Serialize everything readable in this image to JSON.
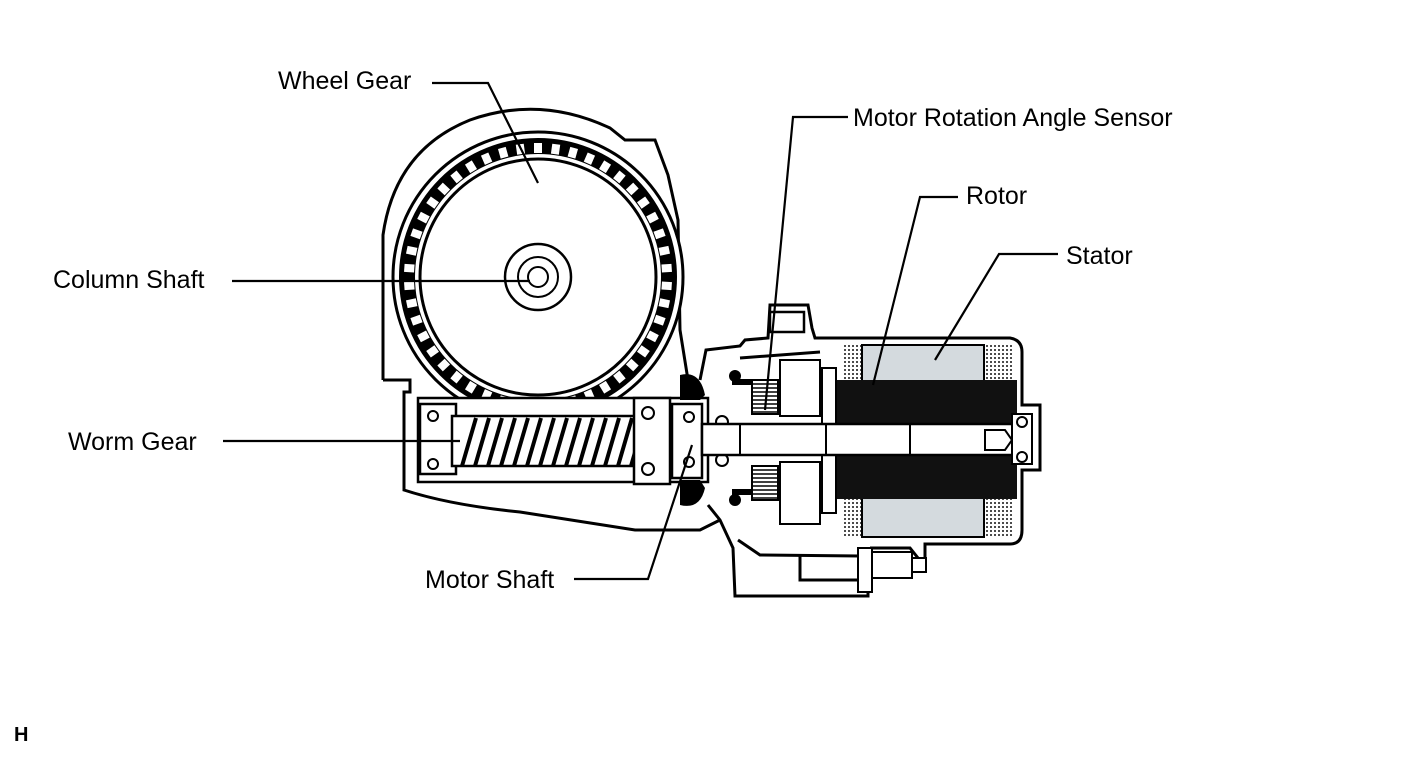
{
  "labels": {
    "wheel_gear": "Wheel Gear",
    "column_shaft": "Column Shaft",
    "worm_gear": "Worm Gear",
    "motor_shaft": "Motor Shaft",
    "motor_rotation_angle_sensor": "Motor Rotation Angle Sensor",
    "rotor": "Rotor",
    "stator": "Stator"
  },
  "corner_mark": "H",
  "colors": {
    "line": "#000000",
    "stator_fill": "#d4dade",
    "rotor_fill": "#111111",
    "background": "#ffffff"
  }
}
